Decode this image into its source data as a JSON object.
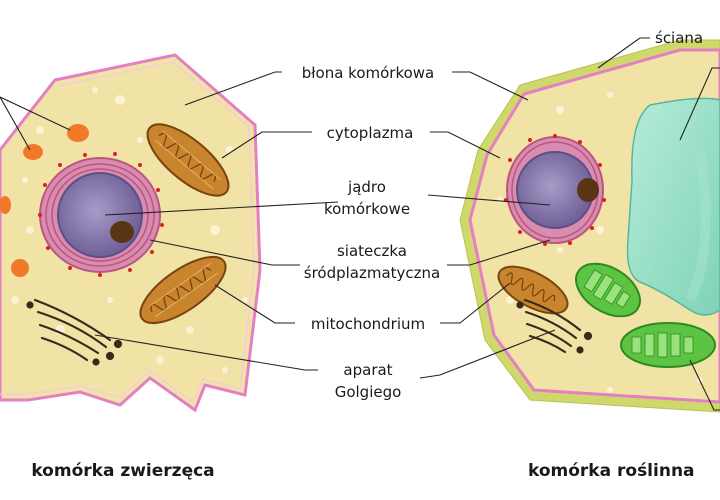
{
  "labels": {
    "cell_membrane": "błona komórkowa",
    "cytoplasm": "cytoplazma",
    "nucleus_line1": "jądro",
    "nucleus_line2": "komórkowe",
    "er_line1": "siateczka",
    "er_line2": "śródplazmatyczna",
    "mitochondrion": "mitochondrium",
    "golgi_line1": "aparat",
    "golgi_line2": "Golgiego",
    "cell_wall": "ściana"
  },
  "captions": {
    "animal_cell": "komórka zwierzęca",
    "plant_cell": "komórka roślinna"
  },
  "colors": {
    "cytoplasm": "#f1e3a6",
    "membrane": "#e57fc4",
    "cell_wall": "#cfd86a",
    "nucleus": "#7d6ea3",
    "nucleolus": "#5a3514",
    "er": "#b9577f",
    "ribosome": "#d8202b",
    "mitochondrion": "#b06a1e",
    "lysosome": "#f07a2a",
    "vacuole": "#8fdcc0",
    "chloroplast": "#5cc442",
    "golgi": "#3b2a1c"
  }
}
